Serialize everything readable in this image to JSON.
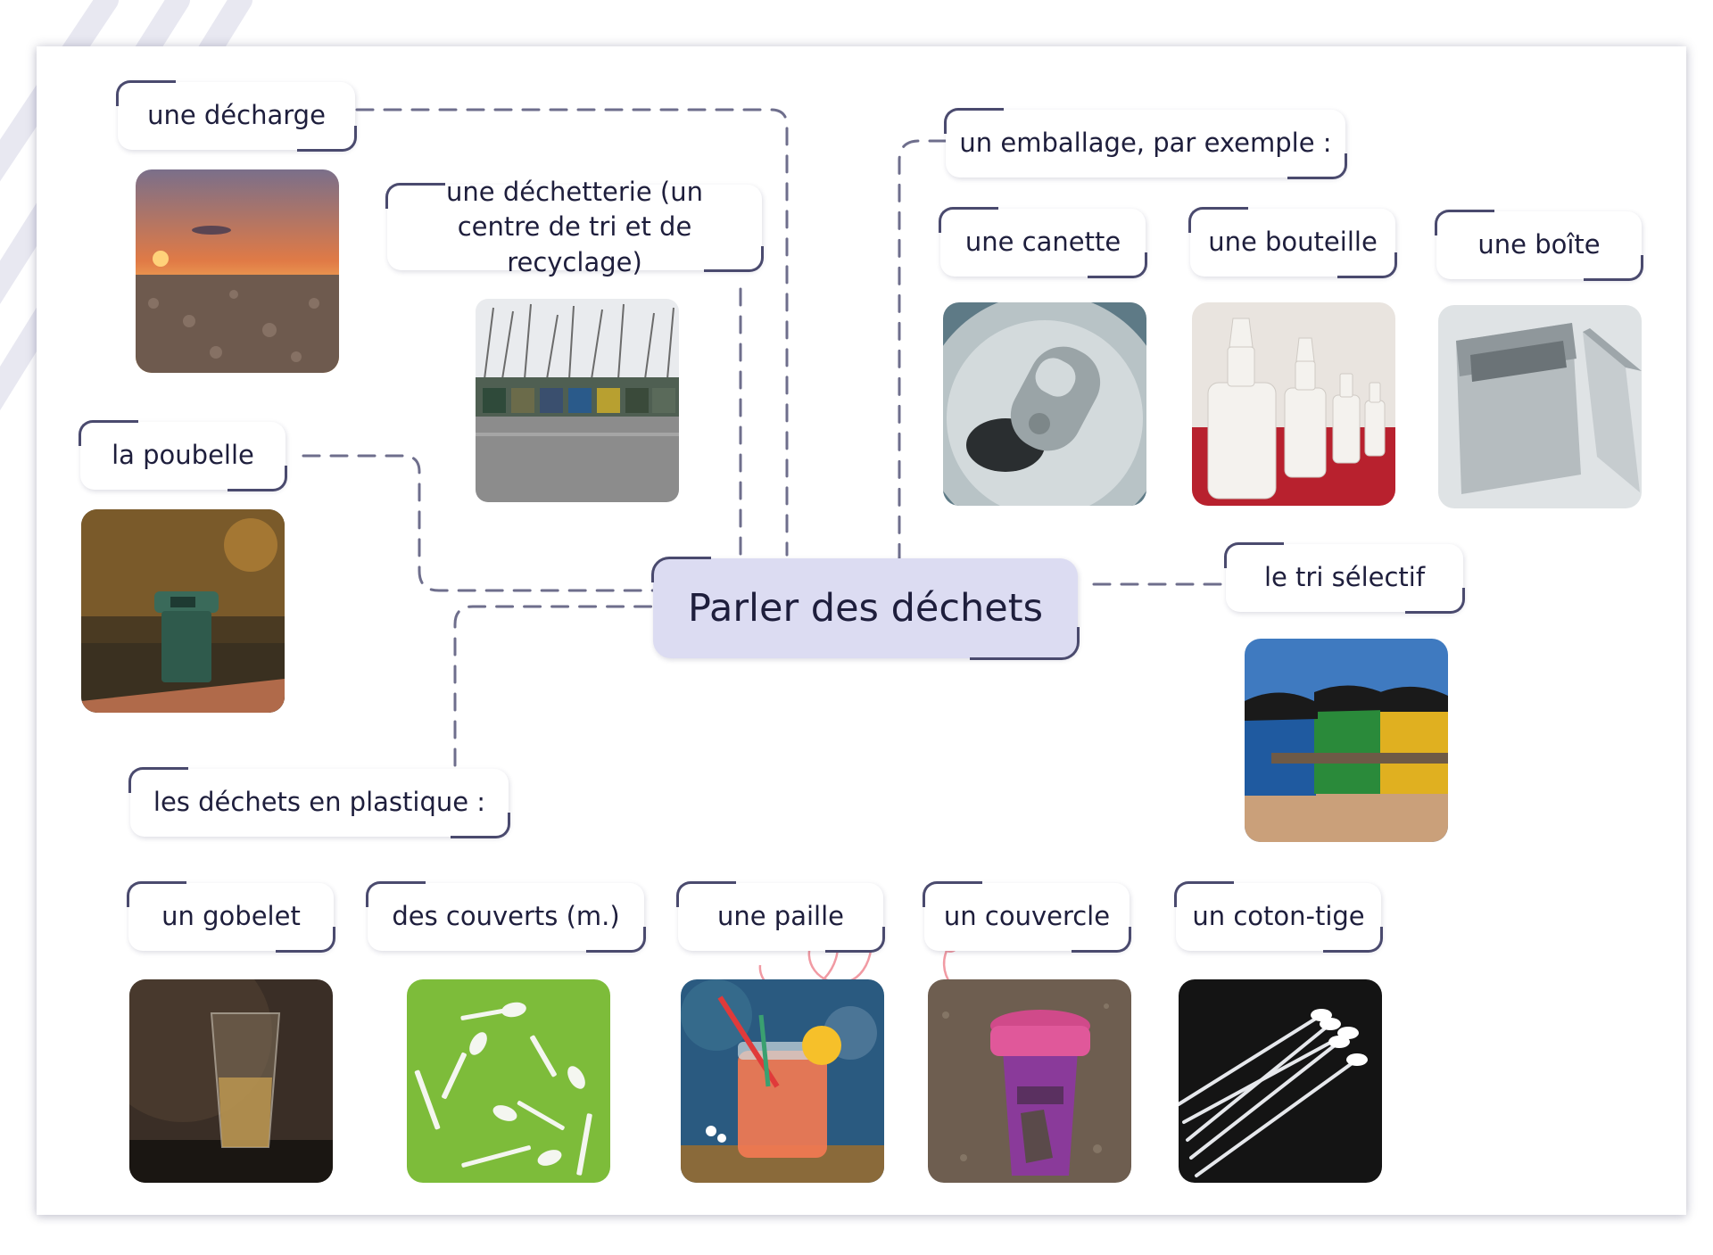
{
  "title": "Parler des déchets",
  "terms": {
    "decharge": "une décharge",
    "dechetterie": "une déchetterie (un centre de tri et de recyclage)",
    "poubelle": "la poubelle",
    "emballage": "un emballage, par exemple :",
    "canette": "une canette",
    "bouteille": "une bouteille",
    "boite": "une boîte",
    "tri_selectif": "le tri sélectif",
    "plastique": "les déchets en plastique :",
    "gobelet": "un gobelet",
    "couverts": "des couverts (m.)",
    "paille": "une paille",
    "couvercle": "un couvercle",
    "coton_tige": "un coton-tige"
  },
  "images": {
    "decharge": "landfill at sunset",
    "dechetterie": "recycling centre containers",
    "poubelle": "green trash bin",
    "canette": "can with pull tab",
    "bouteille": "white plastic bottles",
    "boite": "metal tin box",
    "tri_selectif": "colored sorting bins",
    "gobelet": "plastic cup",
    "couverts": "plastic cutlery",
    "paille": "drink with straw",
    "couvercle": "coffee cup with lid",
    "coton_tige": "cotton swabs"
  },
  "colors": {
    "ink": "#1e1e3c",
    "border": "#4a4a6e",
    "center_fill": "#dcdcf2",
    "connector": "#6e6e8c",
    "arrow_pink": "#f19aa3"
  }
}
